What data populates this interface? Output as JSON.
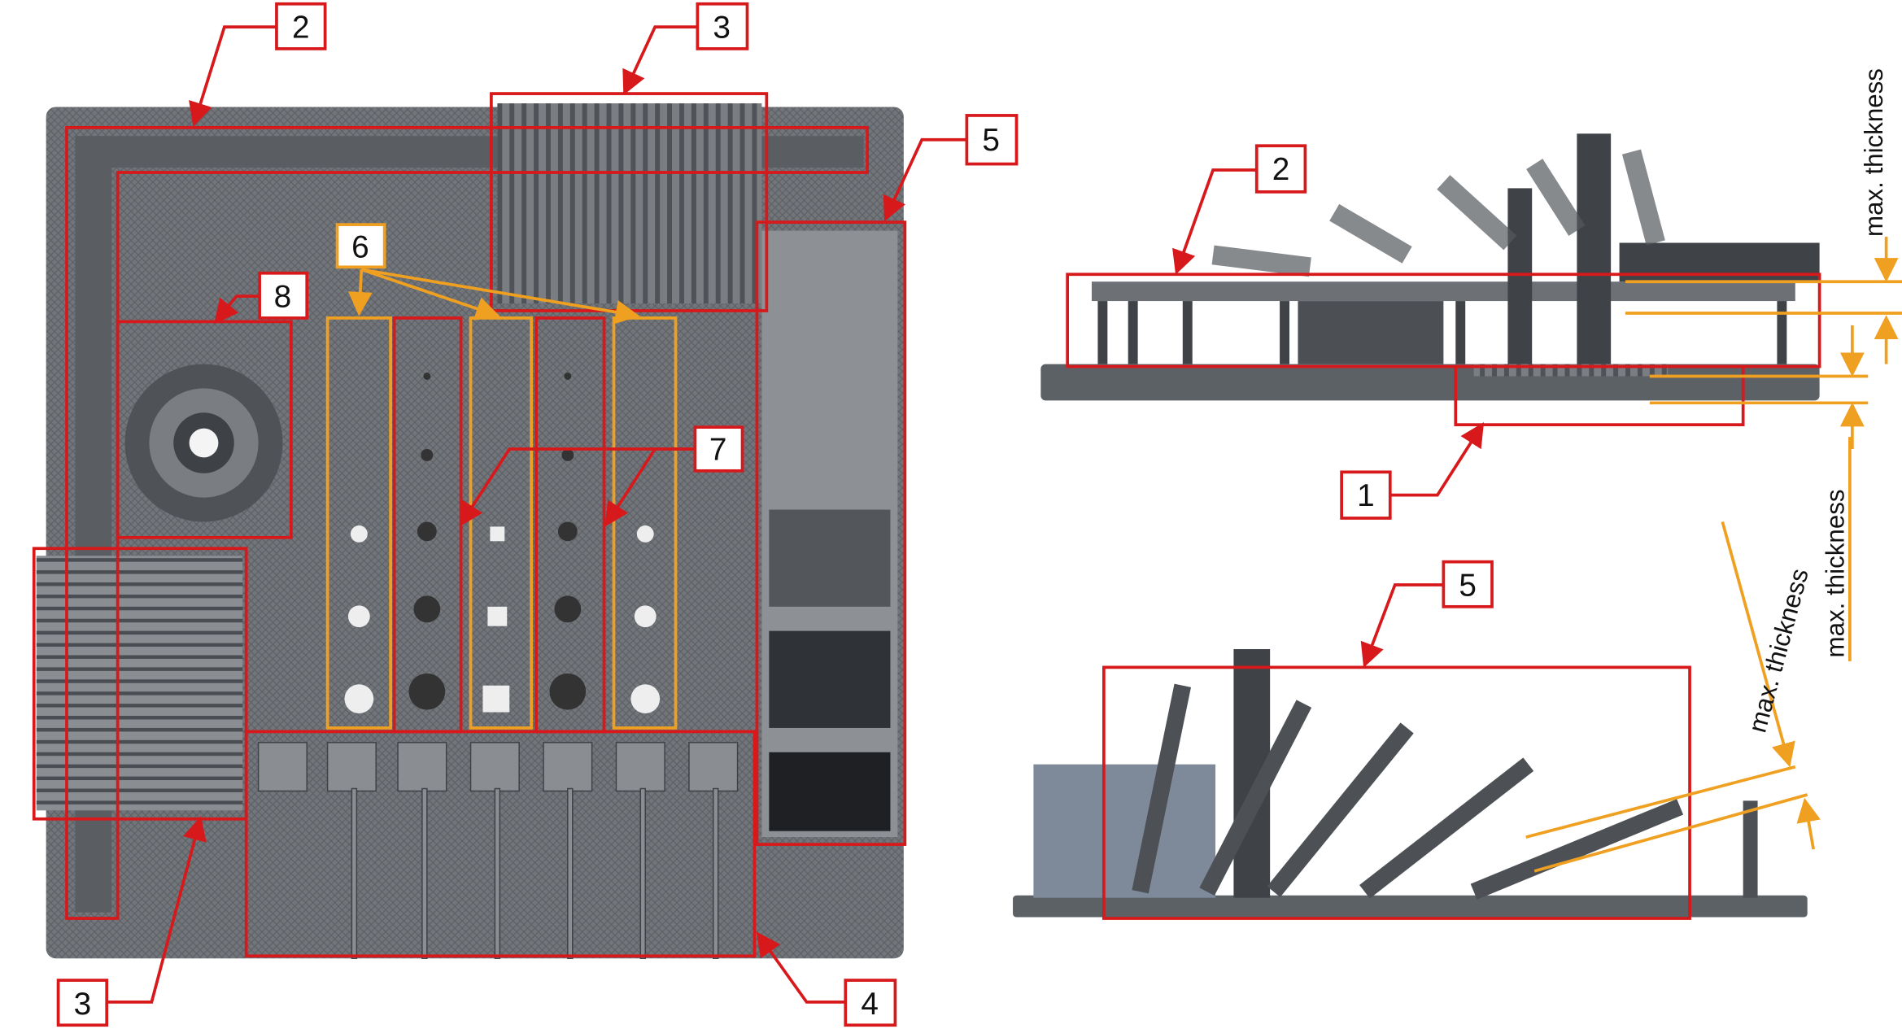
{
  "labels": {
    "l2_top": "2",
    "l3_top": "3",
    "l5_top": "5",
    "l6": "6",
    "l8": "8",
    "l7": "7",
    "l3_bottom": "3",
    "l4": "4",
    "r2": "2",
    "r1": "1",
    "r5": "5"
  },
  "annotations": {
    "max_thickness_top": "max. thickness",
    "max_thickness_mid": "max. thickness",
    "max_thickness_bottom": "max. thickness"
  },
  "colors": {
    "red": "#d7191c",
    "orange": "#f0a020",
    "plate": "#6d7176"
  }
}
